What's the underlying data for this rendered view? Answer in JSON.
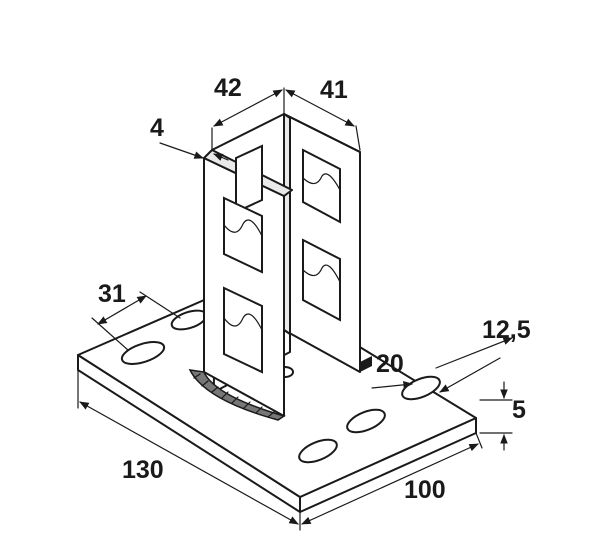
{
  "dimensions": {
    "d42": "42",
    "d41": "41",
    "d4": "4",
    "d31": "31",
    "d12_5": "12,5",
    "d20": "20",
    "d5": "5",
    "d130": "130",
    "d100": "100"
  },
  "colors": {
    "line": "#1a1a1a",
    "background": "#ffffff",
    "weld": "#777777"
  }
}
